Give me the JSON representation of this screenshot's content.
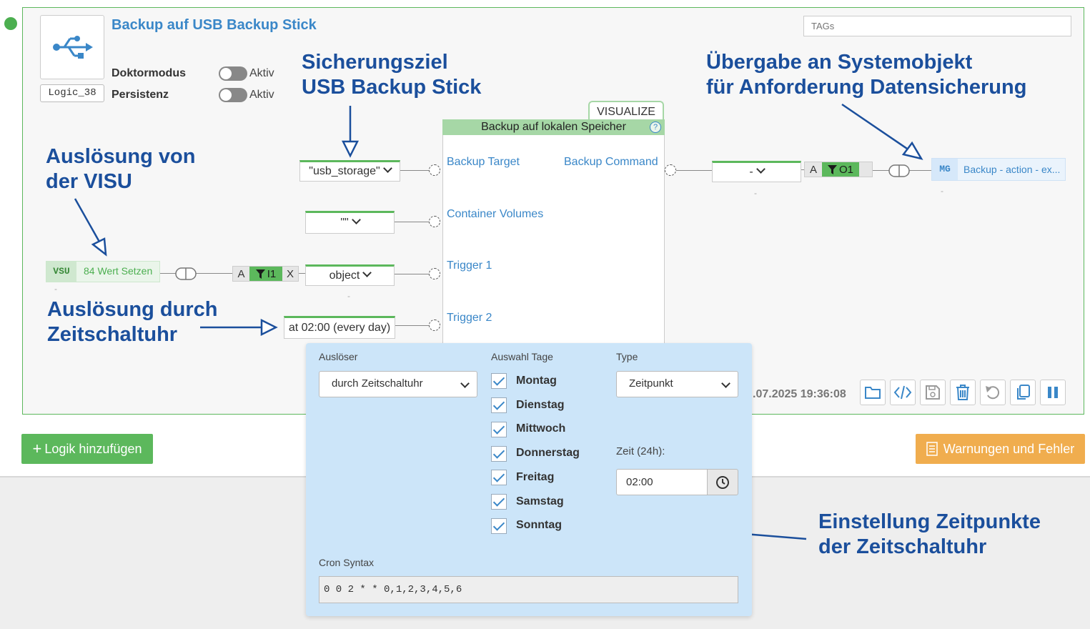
{
  "logic": {
    "title": "Backup auf USB Backup Stick",
    "id": "Logic_38",
    "options": [
      {
        "label": "Doktormodus",
        "switch_label": "Aktiv"
      },
      {
        "label": "Persistenz",
        "switch_label": "Aktiv"
      }
    ],
    "tags_placeholder": "TAGs",
    "status_color": "#4caf50"
  },
  "annotations": {
    "target": "Sicherungsziel\nUSB Backup Stick",
    "visu": "Auslösung von\nder VISU",
    "timer": "Auslösung durch\nZeitschaltuhr",
    "system": "Übergabe an Systemobjekt\nfür Anforderung Datensicherung",
    "settings": "Einstellung Zeitpunkte\nder Zeitschaltuhr"
  },
  "block": {
    "title": "Backup auf lokalen Speicher",
    "visualize_tab": "VISUALIZE",
    "help_icon": "?",
    "inputs": [
      "Backup Target",
      "Container Volumes",
      "Trigger 1",
      "Trigger 2"
    ],
    "outputs": [
      "Backup Command"
    ]
  },
  "input_values": {
    "backup_target": "\"usb_storage\"",
    "container_volumes": "\"\"",
    "trigger1": "object",
    "trigger1_sub": "-",
    "trigger2": "at 02:00 (every day)"
  },
  "output_values": {
    "backup_command": "-",
    "backup_command_sub": "-"
  },
  "connectors": {
    "input": {
      "a": "A",
      "filter": "I1",
      "x": "X"
    },
    "output": {
      "a": "A",
      "filter": "O1"
    }
  },
  "vsu_object": {
    "tag": "VSU",
    "text": "84 Wert Setzen",
    "sub": "-"
  },
  "mg_object": {
    "tag": "MG",
    "text": "Backup - action - ex...",
    "sub": "-"
  },
  "timer_popup": {
    "trigger_label": "Auslöser",
    "trigger_value": "durch Zeitschaltuhr",
    "days_label": "Auswahl Tage",
    "days": [
      {
        "name": "Montag",
        "checked": true
      },
      {
        "name": "Dienstag",
        "checked": true
      },
      {
        "name": "Mittwoch",
        "checked": true
      },
      {
        "name": "Donnerstag",
        "checked": true
      },
      {
        "name": "Freitag",
        "checked": true
      },
      {
        "name": "Samstag",
        "checked": true
      },
      {
        "name": "Sonntag",
        "checked": true
      }
    ],
    "type_label": "Type",
    "type_value": "Zeitpunkt",
    "time_label": "Zeit (24h):",
    "time_value": "02:00",
    "cron_label": "Cron Syntax",
    "cron_value": "0 0 2 * * 0,1,2,3,4,5,6"
  },
  "timestamp": ".07.2025 19:36:08",
  "toolbar_icons": [
    "folder-icon",
    "code-icon",
    "save-icon",
    "trash-icon",
    "undo-icon",
    "copy-icon",
    "pause-icon"
  ],
  "buttons": {
    "add_logic": "Logik hinzufügen",
    "warnings": "Warnungen und Fehler"
  },
  "colors": {
    "accent_blue": "#3a87c8",
    "annotation_blue": "#1b4f9c",
    "green": "#5cb85c",
    "orange": "#f0ad4e",
    "popup_bg": "#cce5f9"
  }
}
